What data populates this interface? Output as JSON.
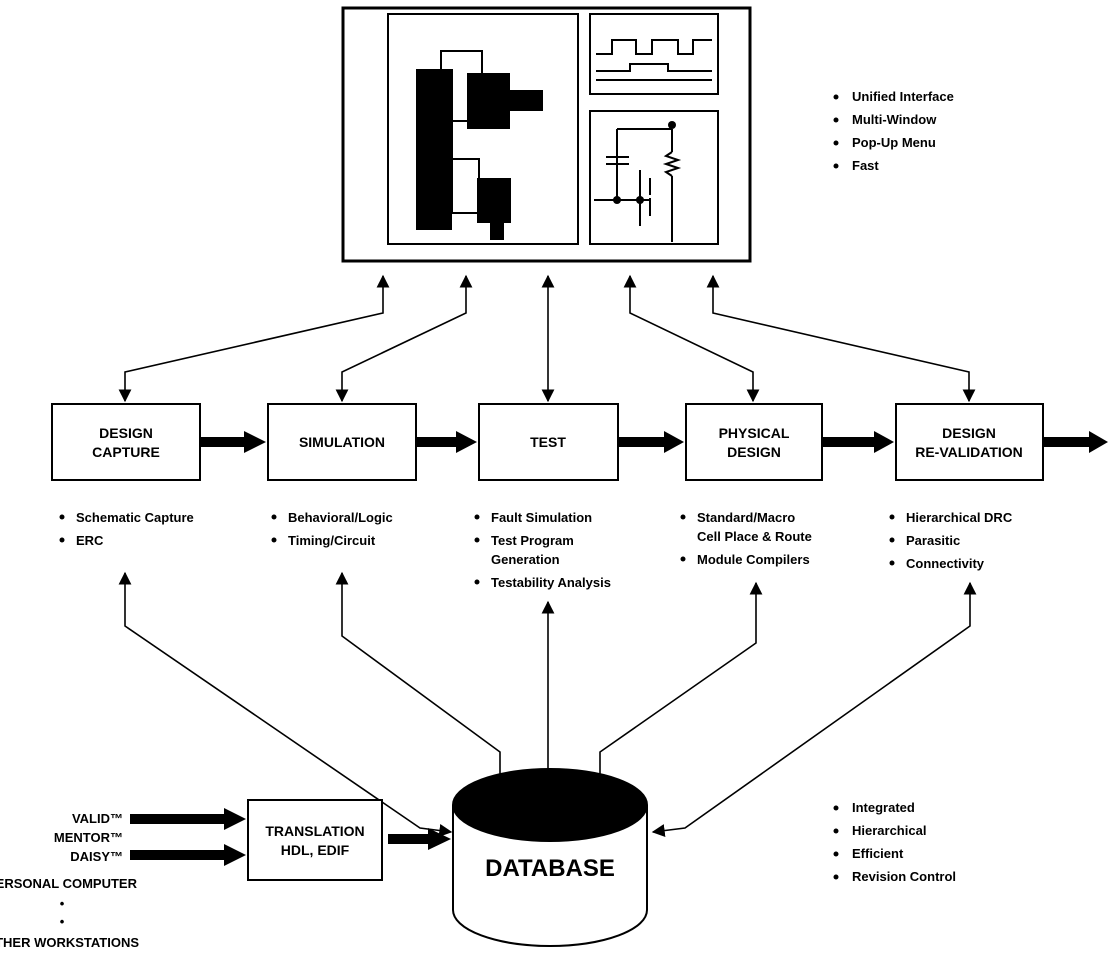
{
  "workstation": {
    "features": [
      "Unified Interface",
      "Multi-Window",
      "Pop-Up Menu",
      "Fast"
    ]
  },
  "stages": [
    {
      "lines": [
        "DESIGN",
        "CAPTURE"
      ],
      "bullets": [
        [
          "Schematic Capture"
        ],
        [
          "ERC"
        ]
      ]
    },
    {
      "lines": [
        "SIMULATION"
      ],
      "bullets": [
        [
          "Behavioral/Logic"
        ],
        [
          "Timing/Circuit"
        ]
      ]
    },
    {
      "lines": [
        "TEST"
      ],
      "bullets": [
        [
          "Fault Simulation"
        ],
        [
          "Test Program",
          "Generation"
        ],
        [
          "Testability Analysis"
        ]
      ]
    },
    {
      "lines": [
        "PHYSICAL",
        "DESIGN"
      ],
      "bullets": [
        [
          "Standard/Macro",
          "Cell Place & Route"
        ],
        [
          "Module Compilers"
        ]
      ]
    },
    {
      "lines": [
        "DESIGN",
        "RE-VALIDATION"
      ],
      "bullets": [
        [
          "Hierarchical DRC"
        ],
        [
          "Parasitic"
        ],
        [
          "Connectivity"
        ]
      ]
    }
  ],
  "database": {
    "label": "DATABASE",
    "features": [
      "Integrated",
      "Hierarchical",
      "Efficient",
      "Revision Control"
    ]
  },
  "translation": {
    "lines": [
      "TRANSLATION",
      "HDL, EDIF"
    ]
  },
  "sources": [
    "VALID™",
    "MENTOR™",
    "DAISY™",
    "PERSONAL COMPUTER",
    "•",
    "•",
    "OTHER WORKSTATIONS"
  ]
}
